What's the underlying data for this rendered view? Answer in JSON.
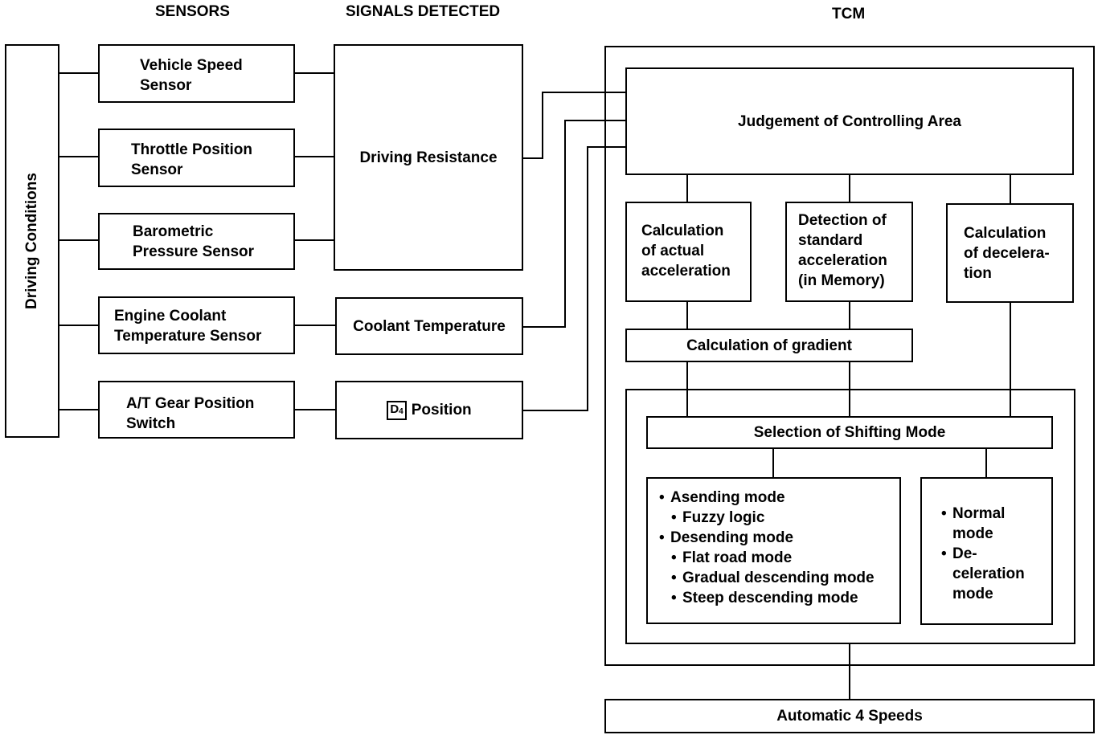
{
  "headers": {
    "sensors": "SENSORS",
    "signals": "SIGNALS DETECTED",
    "tcm": "TCM"
  },
  "driving_conditions": "Driving Conditions",
  "sensors": [
    {
      "line1": "Vehicle Speed",
      "line2": "Sensor"
    },
    {
      "line1": "Throttle Position",
      "line2": "Sensor"
    },
    {
      "line1": "Barometric",
      "line2": "Pressure Sensor"
    },
    {
      "line1": "Engine Coolant",
      "line2": "Temperature Sensor"
    },
    {
      "line1": "A/T Gear Position",
      "line2": "Switch"
    }
  ],
  "signals": {
    "driving_resistance": "Driving Resistance",
    "coolant_temperature": "Coolant Temperature",
    "d4_badge": "D",
    "d4_sub": "4",
    "position": "Position"
  },
  "tcm": {
    "judgement": "Judgement of Controlling Area",
    "actual_accel": [
      "Calculation",
      "of actual",
      "acceleration"
    ],
    "standard_accel": [
      "Detection of",
      "standard",
      "acceleration",
      "(in Memory)"
    ],
    "deceleration": [
      "Calculation",
      "of decelera-",
      "tion"
    ],
    "gradient": "Calculation of gradient",
    "selection": "Selection of Shifting Mode",
    "modes_left": [
      {
        "text": "Asending mode",
        "level": 0
      },
      {
        "text": "Fuzzy logic",
        "level": 1
      },
      {
        "text": "Desending mode",
        "level": 0
      },
      {
        "text": "Flat road mode",
        "level": 1
      },
      {
        "text": "Gradual descending mode",
        "level": 1
      },
      {
        "text": "Steep descending mode",
        "level": 1
      }
    ],
    "modes_right": [
      {
        "line1": "Normal",
        "line2": "mode"
      },
      {
        "line1": "De-",
        "line2": "celeration",
        "line3": "mode"
      }
    ]
  },
  "output": "Automatic 4 Speeds"
}
